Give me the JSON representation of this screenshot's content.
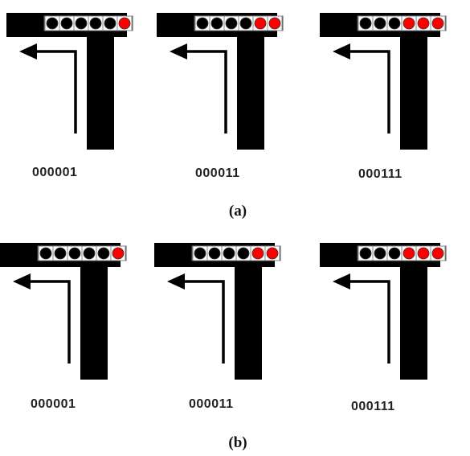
{
  "figure": {
    "colors": {
      "wall": "#000000",
      "led_on": "#ff0000",
      "led_off": "#000000",
      "led_frame": "#ffffff",
      "arrow": "#000000"
    },
    "rows": [
      {
        "caption": "(a)",
        "panels": [
          {
            "code": "000001",
            "leds": [
              0,
              0,
              0,
              0,
              0,
              1
            ]
          },
          {
            "code": "000011",
            "leds": [
              0,
              0,
              0,
              0,
              1,
              1
            ]
          },
          {
            "code": "000111",
            "leds": [
              0,
              0,
              0,
              1,
              1,
              1
            ]
          }
        ]
      },
      {
        "caption": "(b)",
        "panels": [
          {
            "code": "000001",
            "leds": [
              0,
              0,
              0,
              0,
              0,
              1
            ]
          },
          {
            "code": "000011",
            "leds": [
              0,
              0,
              0,
              0,
              1,
              1
            ]
          },
          {
            "code": "000111",
            "leds": [
              0,
              0,
              0,
              1,
              1,
              1
            ]
          }
        ]
      }
    ]
  }
}
